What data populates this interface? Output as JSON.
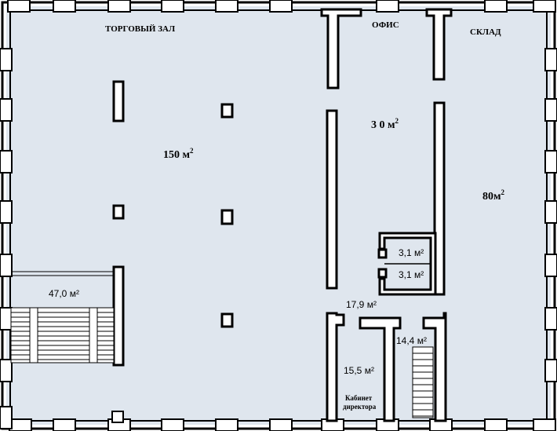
{
  "plan": {
    "floor_color": "#dfe6ee",
    "wall_color": "#000000",
    "rooms": {
      "sales_hall": {
        "name": "ТОРГОВЫЙ ЗАЛ",
        "area_number": "150 м",
        "area_sup": "2"
      },
      "office": {
        "name": "ОФИС",
        "area_number": "3 0 м",
        "area_sup": "2"
      },
      "warehouse": {
        "name": "СКЛАД",
        "area_number": "80м",
        "area_sup": "2"
      },
      "stair_hall": {
        "area": "47,0 м²"
      },
      "wc_upper": {
        "area": "3,1 м²"
      },
      "wc_lower": {
        "area": "3,1 м²"
      },
      "corridor": {
        "area": "17,9 м²"
      },
      "director_room": {
        "area": "15,5 м²",
        "name_line1": "Кабинет",
        "name_line2": "директора"
      },
      "stair_right": {
        "area": "14,4 м²"
      }
    }
  }
}
